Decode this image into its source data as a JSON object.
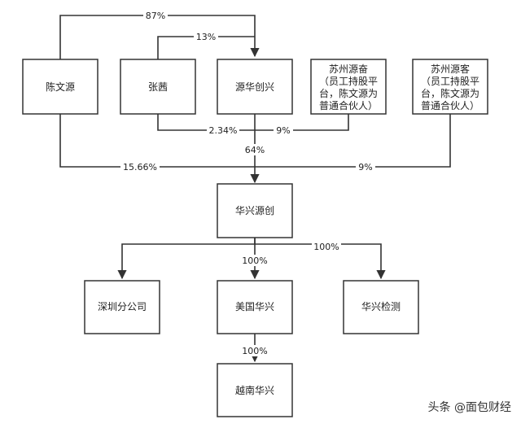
{
  "nodes": {
    "chen": "陈文源",
    "zhang": "张茜",
    "yuanhua": "源华创兴",
    "sz_fen": "苏州源奋（员工持股平台，陈文源为普通合伙人）",
    "sz_ke": "苏州源客（员工持股平台，陈文源为普通合伙人）",
    "hxyc": "华兴源创",
    "sz": "深圳分公司",
    "mg": "美国华兴",
    "jc": "华兴检测",
    "yn": "越南华兴"
  },
  "node_lines": {
    "sz_fen": [
      "苏州源奋",
      "（员工持股平",
      "台，陈文源为",
      "普通合伙人）"
    ],
    "sz_ke": [
      "苏州源客",
      "（员工持股平",
      "台，陈文源为",
      "普通合伙人）"
    ]
  },
  "edges": {
    "chen_yuanhua": "87%",
    "zhang_yuanhua": "13%",
    "zhang_hxyc": "2.34%",
    "fen_hxyc": "9%",
    "yuanhua_hxyc": "64%",
    "chen_hxyc": "15.66%",
    "ke_hxyc": "9%",
    "hxyc_sz": "100%",
    "hxyc_mg": "100%",
    "mg_yn": "100%"
  },
  "watermark": "头条 @面包财经"
}
